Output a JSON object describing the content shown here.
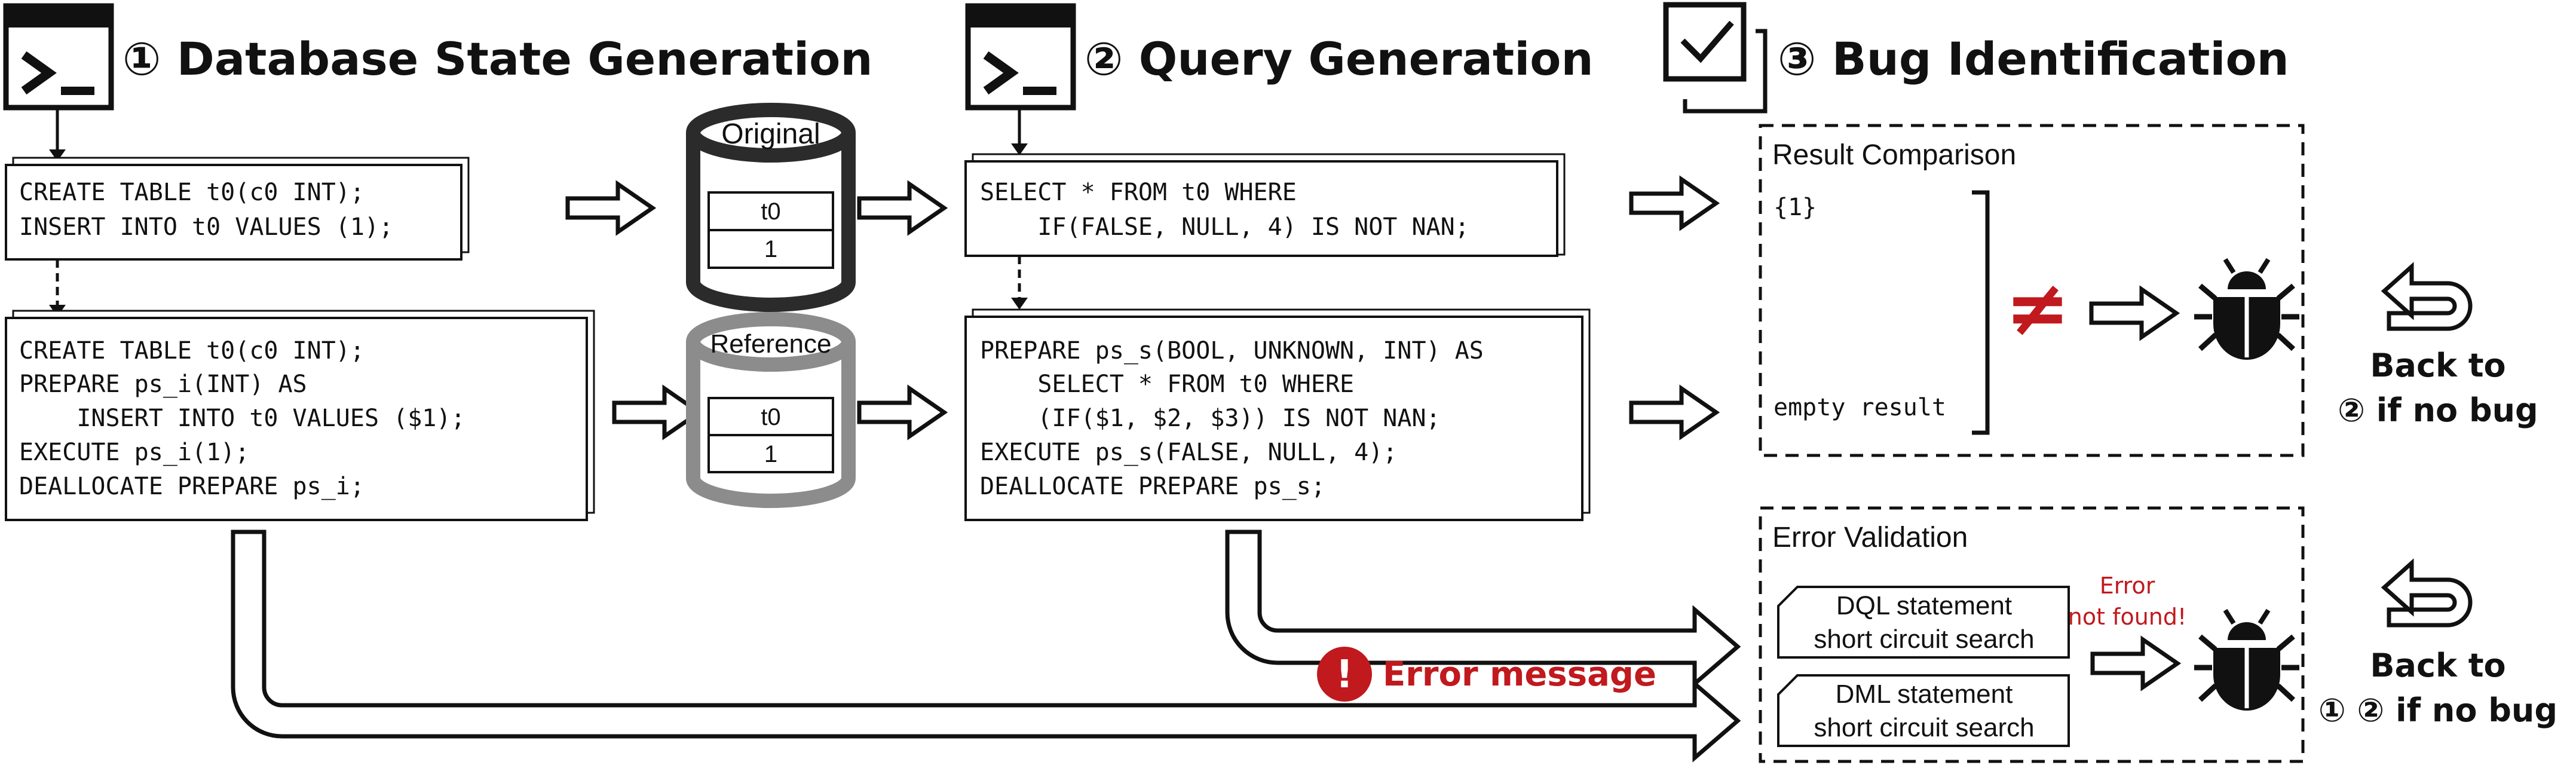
{
  "steps": {
    "step1": "① Database State Generation",
    "step2": "② Query Generation",
    "step3": "③ Bug Identification"
  },
  "db_state": {
    "original_code": [
      "CREATE TABLE t0(c0 INT);",
      "INSERT INTO t0 VALUES (1);"
    ],
    "prepared_code": [
      "CREATE TABLE t0(c0 INT);",
      "PREPARE ps_i(INT) AS",
      "    INSERT INTO t0 VALUES ($1);",
      "EXECUTE ps_i(1);",
      "DEALLOCATE PREPARE ps_i;"
    ]
  },
  "databases": {
    "original": {
      "label": "Original",
      "table": "t0",
      "value": "1",
      "color": "#2b2b2b"
    },
    "reference": {
      "label": "Reference",
      "table": "t0",
      "value": "1",
      "color": "#8c8c8c"
    }
  },
  "queries": {
    "original_code": [
      "SELECT * FROM t0 WHERE",
      "    IF(FALSE, NULL, 4) IS NOT NAN;"
    ],
    "prepared_code": [
      "PREPARE ps_s(BOOL, UNKNOWN, INT) AS",
      "    SELECT * FROM t0 WHERE",
      "    (IF($1, $2, $3)) IS NOT NAN;",
      "EXECUTE ps_s(FALSE, NULL, 4);",
      "DEALLOCATE PREPARE ps_s;"
    ]
  },
  "result_comparison": {
    "title": "Result Comparison",
    "result_original": "{1}",
    "result_reference": "empty result",
    "not_equal": "≠"
  },
  "error_validation": {
    "title": "Error Validation",
    "dql_line1": "DQL statement",
    "dql_line2": "short circuit search",
    "dml_line1": "DML statement",
    "dml_line2": "short circuit search",
    "error_line1": "Error",
    "error_line2": "not found!"
  },
  "error_message": {
    "label": "Error message",
    "icon_glyph": "!",
    "icon": "error-icon"
  },
  "back_notes": {
    "top_line1": "Back to",
    "top_line2": "② if no bug",
    "bottom_line1": "Back to",
    "bottom_line2": "① ② if no bug"
  },
  "colors": {
    "accent_red": "#c0191e",
    "line": "#111111"
  },
  "icons": [
    "terminal-icon",
    "checkbox-icon",
    "bug-icon",
    "back-arrow-icon",
    "database-icon",
    "right-arrow-icon"
  ]
}
